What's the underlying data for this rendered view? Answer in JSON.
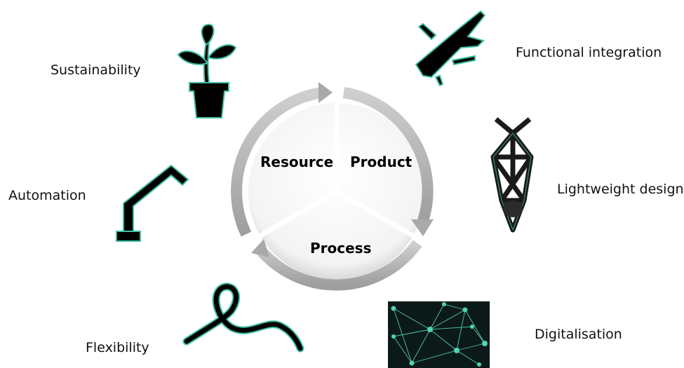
{
  "cycle": {
    "segments": [
      {
        "label": "Resource"
      },
      {
        "label": "Product"
      },
      {
        "label": "Process"
      }
    ]
  },
  "aspects": [
    {
      "label": "Sustainability",
      "icon": "plant-pot-icon"
    },
    {
      "label": "Functional integration",
      "icon": "multitool-icon"
    },
    {
      "label": "Lightweight design",
      "icon": "lattice-structure-icon"
    },
    {
      "label": "Automation",
      "icon": "robot-arm-icon"
    },
    {
      "label": "Flexibility",
      "icon": "flexible-hose-icon"
    },
    {
      "label": "Digitalisation",
      "icon": "network-graph-icon"
    }
  ],
  "colors": {
    "icon_fill": "#000000",
    "icon_outline": "#3fbfa3",
    "ring": "#b5b5b5",
    "network_bg": "#0b1a18",
    "network_line": "#5fe3c6"
  }
}
